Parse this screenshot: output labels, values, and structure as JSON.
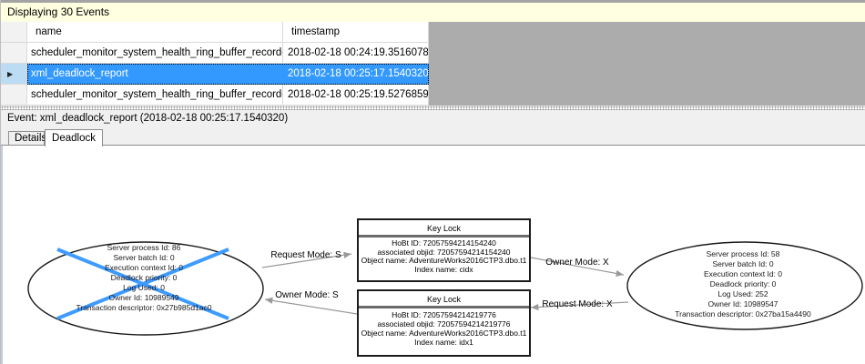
{
  "window": {
    "info_bar_text": "Displaying 30 Events"
  },
  "grid": {
    "columns": [
      {
        "label": "name"
      },
      {
        "label": "timestamp"
      }
    ],
    "rows": [
      {
        "name": "scheduler_monitor_system_health_ring_buffer_recorded",
        "timestamp": "2018-02-18 00:24:19.3516078",
        "selected": false
      },
      {
        "name": "xml_deadlock_report",
        "timestamp": "2018-02-18 00:25:17.1540320",
        "selected": true
      },
      {
        "name": "scheduler_monitor_system_health_ring_buffer_recorded",
        "timestamp": "2018-02-18 00:25:19.5276859",
        "selected": false
      }
    ]
  },
  "event_bar": {
    "text": "Event: xml_deadlock_report (2018-02-18 00:25:17.1540320)"
  },
  "tabs": [
    {
      "label": "Details",
      "active": false
    },
    {
      "label": "Deadlock",
      "active": true
    }
  ],
  "icons": {
    "current_row_marker": "▶"
  },
  "colors": {
    "selection_blue": "#3399FF",
    "victim_cross_blue": "#3E9BFF",
    "info_bar_yellow": "#FFFFE1",
    "grid_backfill_gray": "#ACACAC"
  },
  "graph": {
    "processes": [
      {
        "id": "process-86",
        "victim": true,
        "lines": [
          "Server process Id: 86",
          "Server batch Id: 0",
          "Execution context Id: 0",
          "Deadlock priority: 0",
          "Log Used: 0",
          "Owner Id: 10989549",
          "Transaction descriptor: 0x27b985d1ac0"
        ]
      },
      {
        "id": "process-58",
        "victim": false,
        "lines": [
          "Server process Id: 58",
          "Server batch Id: 0",
          "Execution context Id: 0",
          "Deadlock priority: 0",
          "Log Used: 252",
          "Owner Id: 10989547",
          "Transaction descriptor: 0x27ba15a4490"
        ]
      }
    ],
    "resources": [
      {
        "title": "Key Lock",
        "lines": [
          "HoBt ID: 72057594214154240",
          "associated objid: 72057594214154240",
          "Object name: AdventureWorks2016CTP3.dbo.t1",
          "Index name: cidx"
        ]
      },
      {
        "title": "Key Lock",
        "lines": [
          "HoBt ID: 72057594214219776",
          "associated objid: 72057594214219776",
          "Object name: AdventureWorks2016CTP3.dbo.t1",
          "Index name: idx1"
        ]
      }
    ],
    "edges": [
      {
        "label": "Request Mode: S"
      },
      {
        "label": "Owner Mode: S"
      },
      {
        "label": "Owner Mode: X"
      },
      {
        "label": "Request Mode: X"
      }
    ]
  }
}
